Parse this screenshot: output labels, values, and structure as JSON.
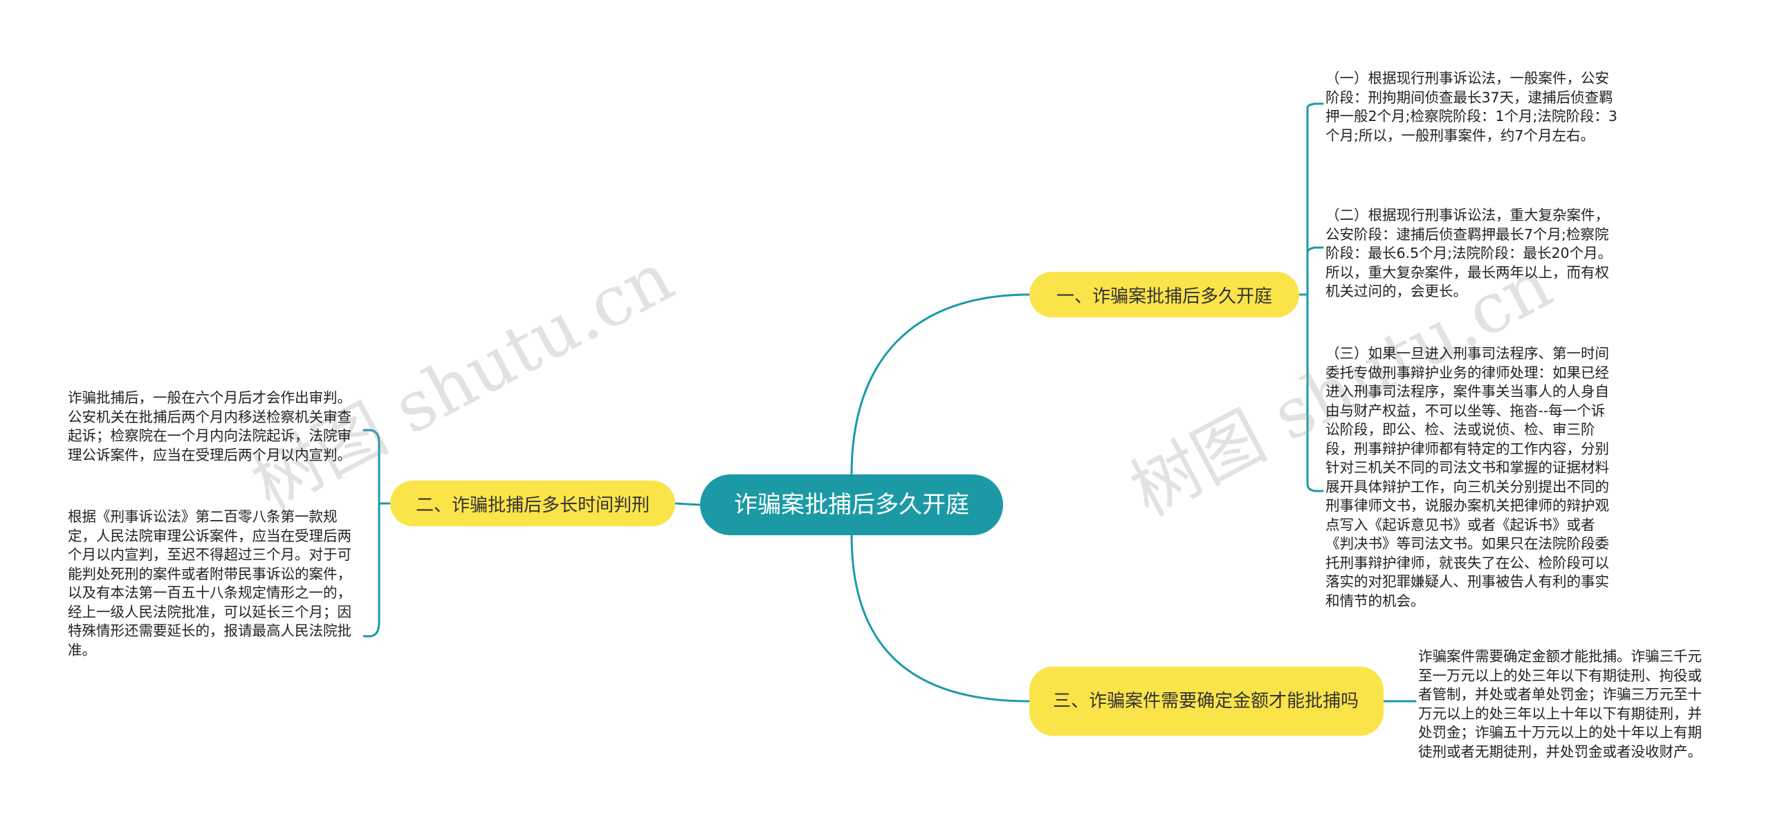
{
  "root": {
    "label": "诈骗案批捕后多久开庭"
  },
  "branches": [
    {
      "label": "一、诈骗案批捕后多久开庭",
      "children": [
        "（一）根据现行刑事诉讼法，一般案件，公安阶段：刑拘期间侦查最长37天，逮捕后侦查羁押一般2个月;检察院阶段：1个月;法院阶段：3个月;所以，一般刑事案件，约7个月左右。",
        "（二）根据现行刑事诉讼法，重大复杂案件，公安阶段：逮捕后侦查羁押最长7个月;检察院阶段：最长6.5个月;法院阶段：最长20个月。所以，重大复杂案件，最长两年以上，而有权机关过问的，会更长。",
        "（三）如果一旦进入刑事司法程序、第一时间委托专做刑事辩护业务的律师处理：如果已经进入刑事司法程序，案件事关当事人的人身自由与财产权益，不可以坐等、拖沓--每一个诉讼阶段，即公、检、法或说侦、检、审三阶段，刑事辩护律师都有特定的工作内容，分别针对三机关不同的司法文书和掌握的证据材料展开具体辩护工作，向三机关分别提出不同的刑事律师文书，说服办案机关把律师的辩护观点写入《起诉意见书》或者《起诉书》或者《判决书》等司法文书。如果只在法院阶段委托刑事辩护律师，就丧失了在公、检阶段可以落实的对犯罪嫌疑人、刑事被告人有利的事实和情节的机会。"
      ]
    },
    {
      "label": "二、诈骗批捕后多长时间判刑",
      "children": [
        "诈骗批捕后，一般在六个月后才会作出审判。公安机关在批捕后两个月内移送检察机关审查起诉；检察院在一个月内向法院起诉，法院审理公诉案件，应当在受理后两个月以内宣判。",
        "根据《刑事诉讼法》第二百零八条第一款规定，人民法院审理公诉案件，应当在受理后两个月以内宣判，至迟不得超过三个月。对于可能判处死刑的案件或者附带民事诉讼的案件，以及有本法第一百五十八条规定情形之一的，经上一级人民法院批准，可以延长三个月；因特殊情形还需要延长的，报请最高人民法院批准。"
      ]
    },
    {
      "label": "三、诈骗案件需要确定金额才能批捕吗",
      "children": [
        "诈骗案件需要确定金额才能批捕。诈骗三千元至一万元以上的处三年以下有期徒刑、拘役或者管制，并处或者单处罚金；诈骗三万元至十万元以上的处三年以上十年以下有期徒刑，并处罚金；诈骗五十万元以上的处十年以上有期徒刑或者无期徒刑，并处罚金或者没收财产。"
      ]
    }
  ],
  "watermark": "树图 shutu.cn",
  "colors": {
    "root_fill": "#1b9aa6",
    "branch_fill": "#fbe34a",
    "connector": "#1b9aa6"
  }
}
